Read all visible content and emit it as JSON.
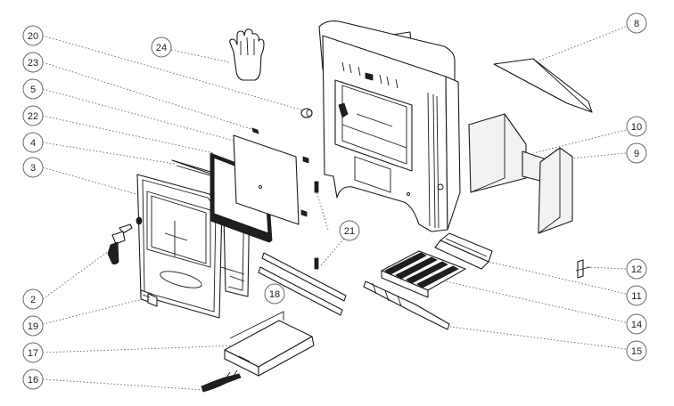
{
  "diagram": {
    "type": "exploded-parts-diagram",
    "colors": {
      "line": "#1a1a1a",
      "leader": "#6b6b6b",
      "callout_border": "#6a6a6a",
      "background": "#ffffff"
    },
    "callouts": [
      "20",
      "23",
      "5",
      "22",
      "4",
      "3",
      "2",
      "19",
      "17",
      "16",
      "24",
      "18",
      "21",
      "8",
      "10",
      "9",
      "12",
      "11",
      "14",
      "15"
    ]
  }
}
